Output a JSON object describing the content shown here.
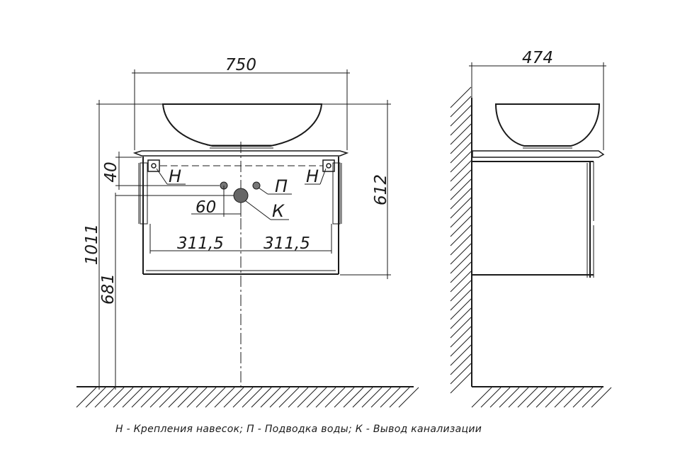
{
  "dimensions": {
    "front_width": "750",
    "side_depth": "474",
    "total_height": "1011",
    "mount_height": "681",
    "cabinet_height": "612",
    "top_offset": "40",
    "pipe_offset": "60",
    "left_span": "311,5",
    "right_span": "311,5"
  },
  "markers": {
    "hanger_left": "Н",
    "hanger_right": "Н",
    "water_supply": "П",
    "drain": "К"
  },
  "legend": "Н - Крепления навесок; П - Подводка воды; К - Вывод канализации"
}
